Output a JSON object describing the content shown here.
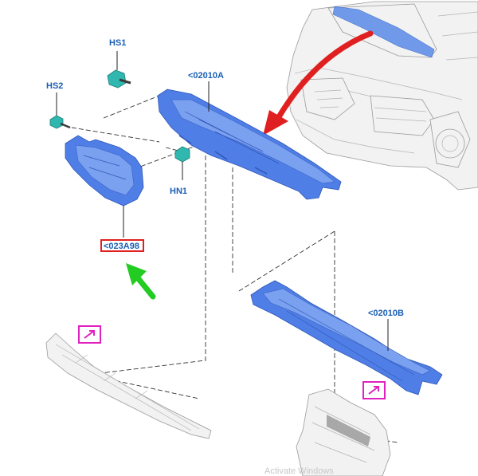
{
  "labels": {
    "hs1": "HS1",
    "hs2": "HS2",
    "hn1": "HN1",
    "part_02010a": "<02010A",
    "part_023a98": "<023A98",
    "part_02010b": "<02010B"
  },
  "watermark": "Activate Windows",
  "colors": {
    "part_blue": "#4f7fe6",
    "fastener_teal": "#2fb7b0",
    "highlight_red": "#e02020",
    "arrow_green": "#22cc22",
    "link_magenta": "#e020c0"
  },
  "icons": {
    "link_box": "external-link-icon",
    "red_arrow": "location-arrow-icon",
    "green_arrow": "pointer-arrow-icon"
  }
}
